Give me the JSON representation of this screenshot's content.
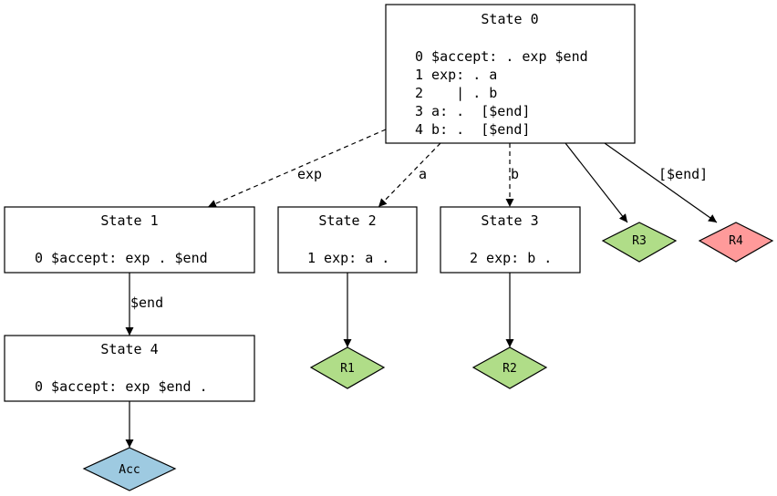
{
  "states": {
    "s0": {
      "title": "State 0",
      "lines": [
        "0 $accept: . exp $end",
        "1 exp: . a",
        "2    | . b",
        "3 a: .  [$end]",
        "4 b: .  [$end]"
      ]
    },
    "s1": {
      "title": "State 1",
      "lines": [
        "0 $accept: exp . $end"
      ]
    },
    "s2": {
      "title": "State 2",
      "lines": [
        "1 exp: a ."
      ]
    },
    "s3": {
      "title": "State 3",
      "lines": [
        "2 exp: b ."
      ]
    },
    "s4": {
      "title": "State 4",
      "lines": [
        "0 $accept: exp $end ."
      ]
    }
  },
  "reductions": {
    "r1": {
      "label": "R1",
      "color": "#b0dd88"
    },
    "r2": {
      "label": "R2",
      "color": "#b0dd88"
    },
    "r3": {
      "label": "R3",
      "color": "#b0dd88"
    },
    "r4": {
      "label": "R4",
      "color": "#ff9a9a"
    },
    "acc": {
      "label": "Acc",
      "color": "#9ecae1"
    }
  },
  "edges": {
    "s0_s1": {
      "label": "exp",
      "style": "dashed"
    },
    "s0_s2": {
      "label": "a",
      "style": "dashed"
    },
    "s0_s3": {
      "label": "b",
      "style": "dashed"
    },
    "s0_r3": {
      "label": "",
      "style": "solid"
    },
    "s0_r4": {
      "label": "[$end]",
      "style": "solid"
    },
    "s1_s4": {
      "label": "$end",
      "style": "solid"
    },
    "s2_r1": {
      "label": "",
      "style": "solid"
    },
    "s3_r2": {
      "label": "",
      "style": "solid"
    },
    "s4_acc": {
      "label": "",
      "style": "solid"
    }
  }
}
